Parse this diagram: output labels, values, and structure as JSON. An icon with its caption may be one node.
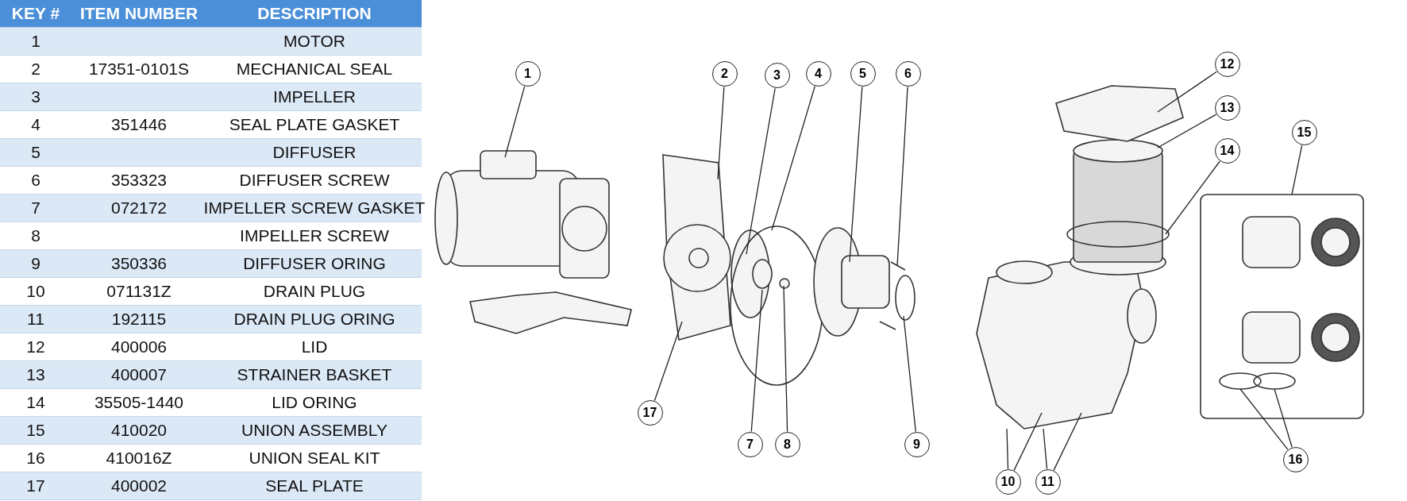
{
  "diagram": {
    "nodes": [
      {
        "text": [
          "1"
        ]
      },
      {
        "text": [
          "2"
        ]
      },
      {
        "text": [
          "3"
        ]
      },
      {
        "text": [
          "4"
        ]
      },
      {
        "text": [
          "5"
        ]
      },
      {
        "text": [
          "6"
        ]
      },
      {
        "text": [
          "7"
        ]
      },
      {
        "text": [
          "8"
        ]
      },
      {
        "text": [
          "9"
        ]
      },
      {
        "text": [
          "10"
        ]
      },
      {
        "text": [
          "11"
        ]
      },
      {
        "text": [
          "12"
        ]
      },
      {
        "text": [
          "13"
        ]
      },
      {
        "text": [
          "14"
        ]
      },
      {
        "text": [
          "15"
        ]
      },
      {
        "text": [
          "16"
        ]
      },
      {
        "text": [
          "17"
        ]
      }
    ],
    "edges": [
      {
        "from": 0,
        "to": null,
        "arrow": "none"
      },
      {
        "from": 1,
        "to": null,
        "arrow": "none"
      },
      {
        "from": 2,
        "to": null,
        "arrow": "none"
      },
      {
        "from": 3,
        "to": null,
        "arrow": "none"
      },
      {
        "from": 4,
        "to": null,
        "arrow": "none"
      },
      {
        "from": 5,
        "to": null,
        "arrow": "none"
      },
      {
        "from": 6,
        "to": null,
        "arrow": "none"
      },
      {
        "from": 7,
        "to": null,
        "arrow": "none"
      },
      {
        "from": 8,
        "to": null,
        "arrow": "none"
      },
      {
        "from": 9,
        "to": null,
        "arrow": "none"
      },
      {
        "from": 9,
        "to": null,
        "arrow": "none"
      },
      {
        "from": 10,
        "to": null,
        "arrow": "none"
      },
      {
        "from": 10,
        "to": null,
        "arrow": "none"
      },
      {
        "from": 11,
        "to": null,
        "arrow": "none"
      },
      {
        "from": 12,
        "to": null,
        "arrow": "none"
      },
      {
        "from": 13,
        "to": null,
        "arrow": "none"
      },
      {
        "from": 14,
        "to": null,
        "arrow": "none"
      },
      {
        "from": 15,
        "to": null,
        "arrow": "none"
      },
      {
        "from": 15,
        "to": null,
        "arrow": "none"
      },
      {
        "from": 16,
        "to": null,
        "arrow": "none"
      }
    ],
    "labels": [
      "KEY #",
      "ITEM NUMBER",
      "DESCRIPTION",
      "1",
      "MOTOR",
      "2",
      "17351-0101S",
      "MECHANICAL SEAL",
      "3",
      "IMPELLER",
      "4",
      "351446",
      "SEAL PLATE GASKET",
      "5",
      "DIFFUSER",
      "6",
      "353323",
      "DIFFUSER SCREW",
      "7",
      "072172",
      "IMPELLER SCREW GASKET",
      "8",
      "IMPELLER SCREW",
      "9",
      "350336",
      "DIFFUSER ORING",
      "10",
      "071131Z",
      "DRAIN PLUG",
      "11",
      "192115",
      "DRAIN PLUG ORING",
      "12",
      "400006",
      "LID",
      "13",
      "400007",
      "STRAINER BASKET",
      "14",
      "35505-1440",
      "LID ORING",
      "15",
      "410020",
      "UNION ASSEMBLY",
      "16",
      "410016Z",
      "UNION SEAL KIT",
      "17",
      "400002",
      "SEAL PLATE"
    ]
  }
}
